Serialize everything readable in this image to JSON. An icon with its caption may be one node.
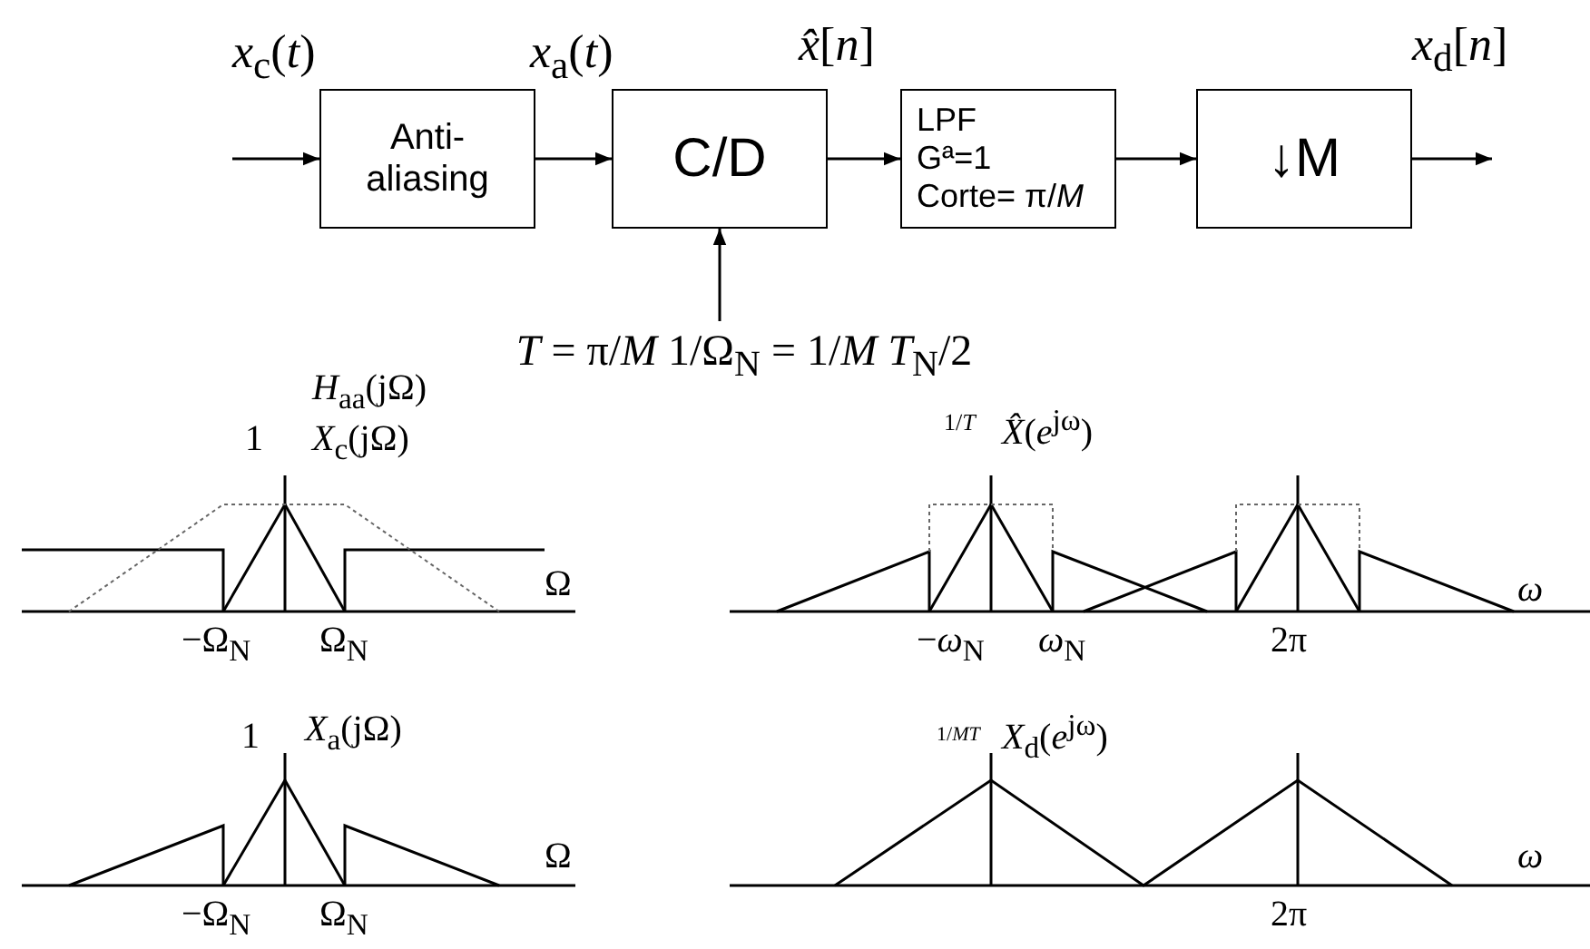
{
  "diagram": {
    "nodes": [
      {
        "text": [
          "Anti-aliasing"
        ]
      },
      {
        "text": [
          "C/D"
        ]
      },
      {
        "text": [
          "LPF",
          "Gª=1",
          "Corte= π/*M*"
        ]
      },
      {
        "text": [
          "↓M"
        ]
      },
      {
        "text": [
          "*T* = π/*M* 1/Ω$_{N}$ = 1/*M* *T*$_{N}$/2"
        ]
      }
    ],
    "edges": [
      {
        "from": null,
        "to": 0,
        "arrow": "to",
        "label": "*x*$_{c}$(*t*)"
      },
      {
        "from": 0,
        "to": 1,
        "arrow": "to",
        "label": "*x*$_{a}$(*t*)"
      },
      {
        "from": 1,
        "to": 2,
        "arrow": "to",
        "label": "*x̂*[*n*]"
      },
      {
        "from": 2,
        "to": 3,
        "arrow": "to"
      },
      {
        "from": 3,
        "to": null,
        "arrow": "to",
        "label": "*x*$_{d}$[*n*]"
      },
      {
        "from": 4,
        "to": 1,
        "arrow": "to"
      }
    ],
    "labels": [
      "*H*$_{aa}$(jΩ)",
      "1",
      "*X*$_{c}$(jΩ)",
      "1/*T*",
      "*X̂*(*e*$^{jω}$)",
      "Ω",
      "*ω*",
      "−Ω$_{N}$",
      "Ω$_{N}$",
      "−*ω*$_{N}$",
      "*ω*$_{N}$",
      "2π",
      "1",
      "*X*$_{a}$(jΩ)",
      "1/*MT*",
      "*X*$_{d}$(*e*$^{jω}$)",
      "Ω",
      "*ω*",
      "−Ω$_{N}$",
      "Ω$_{N}$",
      "2π"
    ]
  }
}
